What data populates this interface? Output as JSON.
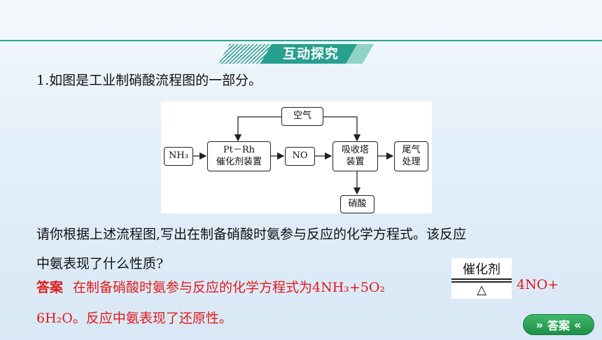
{
  "section": {
    "title": "互动探究"
  },
  "question": {
    "title": "1.如图是工业制硝酸流程图的一部分。",
    "text_line1": "请你根据上述流程图,写出在制备硝酸时氨参与反应的化学方程式。该反应",
    "text_line2": "中氨表现了什么性质?"
  },
  "flowchart": {
    "air": "空气",
    "nh3": "NH₃",
    "catalyst_line1": "Pt－Rh",
    "catalyst_line2": "催化剂装置",
    "no": "NO",
    "absorber_line1": "吸收塔",
    "absorber_line2": "装置",
    "tail_line1": "尾气",
    "tail_line2": "处理",
    "acid": "硝酸"
  },
  "answer": {
    "label": "答案",
    "line1_text": "在制备硝酸时氨参与反应的化学方程式为4NH₃+5O₂",
    "condition_top": "催化剂",
    "condition_bottom": "△",
    "line1_end": "4NO+",
    "line2_text": "6H₂O。反应中氨表现了还原性。"
  },
  "button": {
    "label": "答案",
    "left_icon": "»",
    "right_icon": "«"
  },
  "colors": {
    "accent": "#27a08e",
    "answer": "#e01a1a",
    "button": "#2aa456"
  }
}
